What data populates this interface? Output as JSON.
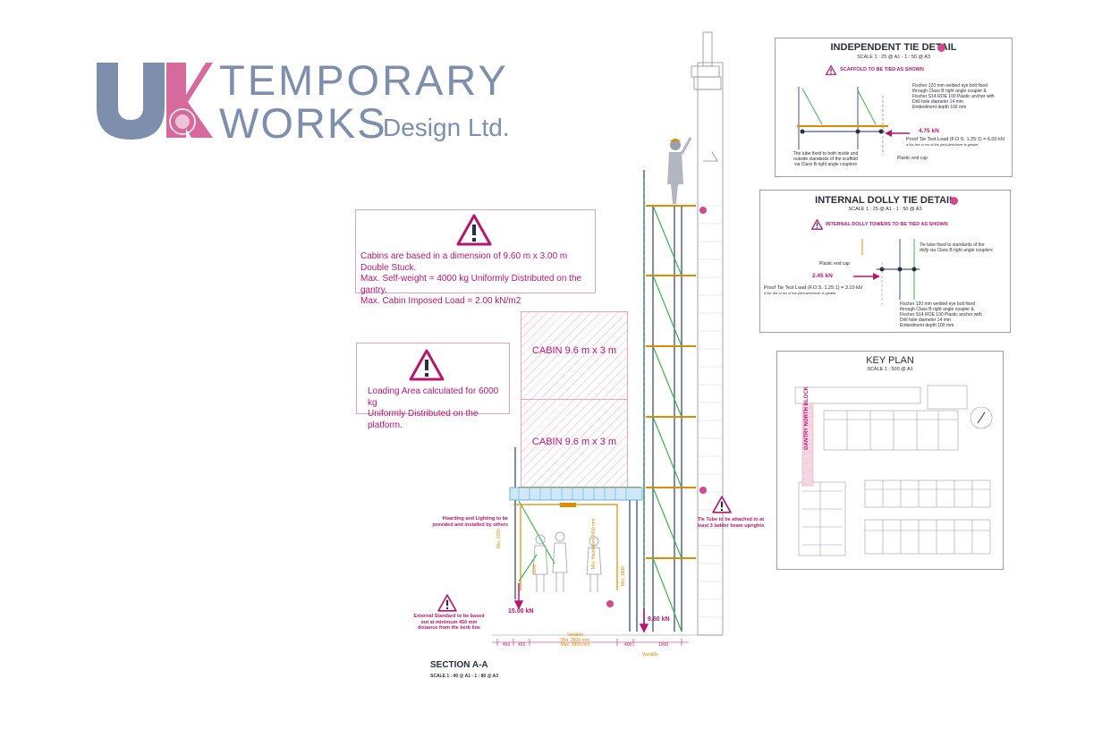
{
  "logo": {
    "uk": "UK",
    "line1": "TEMPORARY",
    "line2": "WORKS",
    "line3": "Design Ltd.",
    "colors": {
      "blue_grey": "#7e8fad",
      "pink": "#d66a9c"
    }
  },
  "notes": {
    "cabins": {
      "line1": "Cabins are based in a dimension of 9.60 m x 3.00 m",
      "line2": "Double Stuck.",
      "line3": "Max. Self-weight = 4000 kg Uniformly Distributed on the gantry.",
      "line4": "Max. Cabin Imposed Load = 2.00 kN/m2"
    },
    "loading": {
      "line1": "Loading Area calculated for 6000 kg",
      "line2": "Uniformly Distributed on the platform."
    }
  },
  "cabins": [
    {
      "label": "CABIN 9.6 m  x 3 m"
    },
    {
      "label": "CABIN 9.6 m  x 3 m"
    }
  ],
  "independent_tie": {
    "title": "INDEPENDENT TIE DETAIL",
    "scale": "SCALE 1 : 25 @ A1 - 1 : 50 @ A3",
    "warning": "SCAFFOLD TO BE TIED AS SHOWN",
    "note_anchor": [
      "Fischer 120 mm welded eye bolt fixed",
      "through Class B right angle coupler &",
      "Fischer S14 ROE 100 Plastic anchor with",
      "Drill hole diameter 14 mm",
      "Embedment depth 100 mm"
    ],
    "load": "4.75 kN",
    "proof": "Proof Tie Test Load (F.O.S. 1.25:1) = 6.00 kN",
    "proof_sub": "a No. the or mo of the yield whichever is greater",
    "plastic_cap": "Plastic end cap",
    "note_tube": [
      "The tube fixed to both inside and",
      "outside standards of the scaffold",
      "via Class B right angle couplers"
    ]
  },
  "dolly_tie": {
    "title": "INTERNAL DOLLY TIE DETAIL",
    "scale": "SCALE 1 : 25 @ A1 - 1 : 50 @ A3",
    "warning": "INTERNAL DOLLY TOWERS TO BE TIED AS SHOWN",
    "note_tube": [
      "Tie tube fixed to standards of the",
      "dolly via Class B right angle couplers"
    ],
    "plastic_cap": "Plastic end cap",
    "load": "2.45 kN",
    "proof": "Proof Tie Test Load (F.O.S. 1.25:1) = 3.10 kN",
    "proof_sub": "a No. the or mo of the yield whichever is greater",
    "note_anchor": [
      "Fischer 120 mm welded eye bolt fixed",
      "through Class B right angle coupler &",
      "Fischer S14 ROE 100 Plastic anchor with",
      "Drill hole diameter 14 mm",
      "Embedment depth 100 mm"
    ]
  },
  "key_plan": {
    "title": "KEY PLAN",
    "scale": "SCALE 1 : 500 @ A1",
    "block_label": "GANTRY NORTH BLOCK"
  },
  "section": {
    "title": "SECTION A-A",
    "scale": "SCALE 1 : 40 @ A1 - 1 : 80 @ A3",
    "hoarding_note": [
      "Hoarding and Lighting to be",
      "provided and installed by others"
    ],
    "tie_note": [
      "Tie Tube to be attached to at",
      "least 3 ladder beam uprights"
    ],
    "external_note": [
      "External Standard to be based",
      "out at minimum 450 mm",
      "distance from the kerb line"
    ],
    "load_left": "15.00 kN",
    "load_right": "9.60 kN",
    "dims": {
      "d1": "450",
      "d2": "450",
      "variable": "Variable",
      "min": "Min. 2800 mm",
      "max": "Max. 3800 mm",
      "d3": "400",
      "d4": "1000",
      "variable2": "Variable",
      "height_left": "Min. 3150",
      "height_mid": "Min. Headroom 2400 mm",
      "height_right": "Min. 1800",
      "height_small": "1200"
    }
  }
}
